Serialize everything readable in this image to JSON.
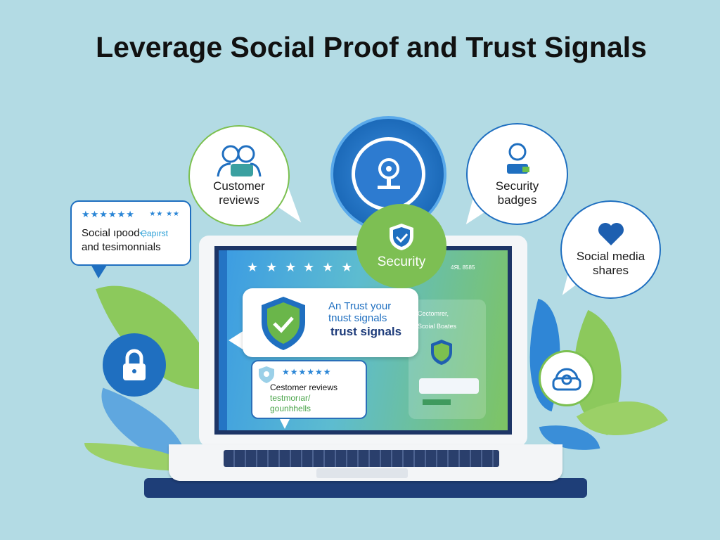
{
  "title": "Leverage Social Proof and Trust Signals",
  "bubbles": {
    "customer_reviews": "Customer reviews",
    "security_badges": "Security badges",
    "social_media": "Social media shares",
    "social_proof_line1": "Social ıpood",
    "social_proof_glitch": "Ҿapırst",
    "social_proof_line2": "and tesimonnials",
    "security": "Security"
  },
  "screen": {
    "rating_text": "4ЯL 8585",
    "trust_line1": "An Trust your",
    "trust_line2": "tnust signals",
    "trust_line3": "trust signals",
    "side_line1": "Cectomrer,",
    "side_line2": "Scoial Boates",
    "review_line1": "Cestomer reviews",
    "review_line2": "testmorıar/",
    "review_line3": "gounhhells"
  },
  "stars": {
    "five": "★★★★★★",
    "small": "★★  ★★",
    "three": "★ ★ ★"
  },
  "colors": {
    "background": "#b3dbe4",
    "blue": "#1f6fc0",
    "green": "#79bf4e",
    "navy": "#1d3566"
  }
}
